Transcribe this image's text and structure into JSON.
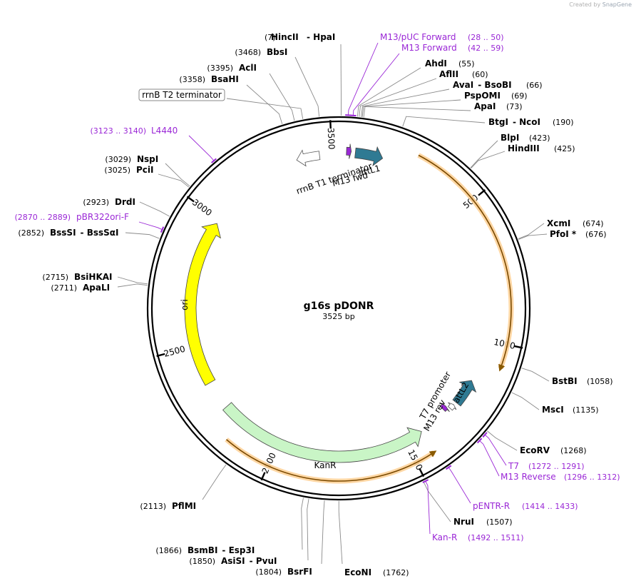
{
  "credit": {
    "created_by": "Created by",
    "brand": "SnapGene"
  },
  "plasmid": {
    "name": "g16s pDONR",
    "length_label": "3525 bp",
    "length": 3525
  },
  "ticks": [
    {
      "label": "500",
      "pos": 500
    },
    {
      "label": "1000",
      "pos": 1000
    },
    {
      "label": "1500",
      "pos": 1500
    },
    {
      "label": "2000",
      "pos": 2000
    },
    {
      "label": "2500",
      "pos": 2500
    },
    {
      "label": "3000",
      "pos": 3000
    },
    {
      "label": "3500",
      "pos": 3500
    }
  ],
  "features": [
    {
      "name": "attL1",
      "start": 60,
      "end": 160,
      "color": "#2f7a93",
      "dir": 1
    },
    {
      "name": "attL2",
      "start": 1160,
      "end": 1260,
      "color": "#2f7a93",
      "dir": -1
    },
    {
      "name": "KanR",
      "start": 1430,
      "end": 2240,
      "color": "#c9f5c6",
      "dir": -1
    },
    {
      "name": "ori",
      "start": 2350,
      "end": 2985,
      "color": "#ffff00",
      "dir": 1
    },
    {
      "name": "rrnB T1 terminator",
      "start": 3370,
      "end": 3455,
      "color": "#ffffff",
      "dir": -1
    },
    {
      "name": "M13 fwd",
      "start": 28,
      "end": 45,
      "color": "#9a27d6",
      "dir": 1
    },
    {
      "name": "M13 rev",
      "start": 1296,
      "end": 1312,
      "color": "#9a27d6",
      "dir": -1
    },
    {
      "name": "T7 promoter",
      "start": 1272,
      "end": 1291,
      "color": "#ffffff",
      "dir": -1
    }
  ],
  "orange_arcs": [
    {
      "start": 270,
      "end": 1080,
      "dir": 1
    },
    {
      "start": 1435,
      "end": 2160,
      "dir": -1
    }
  ],
  "enzymes": [
    {
      "name": "HincII",
      "name2": "HpaI",
      "pos": "(7)",
      "p": 7
    },
    {
      "name": "BbsI",
      "name2": "",
      "pos": "(3468)",
      "p": 3468
    },
    {
      "name": "AclI",
      "name2": "",
      "pos": "(3395)",
      "p": 3395
    },
    {
      "name": "BsaHI",
      "name2": "",
      "pos": "(3358)",
      "p": 3358
    },
    {
      "name": "AhdI",
      "name2": "",
      "pos": "(55)",
      "p": 55
    },
    {
      "name": "AflII",
      "name2": "",
      "pos": "(60)",
      "p": 60
    },
    {
      "name": "AvaI",
      "name2": "BsoBI",
      "pos": "(66)",
      "p": 66
    },
    {
      "name": "PspOMI",
      "name2": "",
      "pos": "(69)",
      "p": 69
    },
    {
      "name": "ApaI",
      "name2": "",
      "pos": "(73)",
      "p": 73
    },
    {
      "name": "BtgI",
      "name2": "NcoI",
      "pos": "(190)",
      "p": 190
    },
    {
      "name": "BlpI",
      "name2": "",
      "pos": "(423)",
      "p": 423
    },
    {
      "name": "HindIII",
      "name2": "",
      "pos": "(425)",
      "p": 425
    },
    {
      "name": "XcmI",
      "name2": "",
      "pos": "(674)",
      "p": 674
    },
    {
      "name": "PfoI *",
      "name2": "",
      "pos": "(676)",
      "p": 676
    },
    {
      "name": "BstBI",
      "name2": "",
      "pos": "(1058)",
      "p": 1058
    },
    {
      "name": "MscI",
      "name2": "",
      "pos": "(1135)",
      "p": 1135
    },
    {
      "name": "EcoRV",
      "name2": "",
      "pos": "(1268)",
      "p": 1268
    },
    {
      "name": "NruI",
      "name2": "",
      "pos": "(1507)",
      "p": 1507
    },
    {
      "name": "EcoNI",
      "name2": "",
      "pos": "(1762)",
      "p": 1762
    },
    {
      "name": "BsrFI",
      "name2": "",
      "pos": "(1804)",
      "p": 1804
    },
    {
      "name": "AsiSI",
      "name2": "PvuI",
      "pos": "(1850)",
      "p": 1850
    },
    {
      "name": "BsmBI",
      "name2": "Esp3I",
      "pos": "(1866)",
      "p": 1866
    },
    {
      "name": "PflMI",
      "name2": "",
      "pos": "(2113)",
      "p": 2113
    },
    {
      "name": "BsiHKAI",
      "name2": "",
      "pos": "(2715)",
      "p": 2715
    },
    {
      "name": "ApaLI",
      "name2": "",
      "pos": "(2711)",
      "p": 2711
    },
    {
      "name": "BssSI",
      "name2": "BssSαI",
      "pos": "(2852)",
      "p": 2852
    },
    {
      "name": "DrdI",
      "name2": "",
      "pos": "(2923)",
      "p": 2923
    },
    {
      "name": "NspI",
      "name2": "",
      "pos": "(3029)",
      "p": 3029
    },
    {
      "name": "PciI",
      "name2": "",
      "pos": "(3025)",
      "p": 3025
    }
  ],
  "primers": [
    {
      "name": "M13/pUC Forward",
      "range": "(28 .. 50)",
      "p": 28
    },
    {
      "name": "M13 Forward",
      "range": "(42 .. 59)",
      "p": 42
    },
    {
      "name": "L4440",
      "range": "(3123 .. 3140)",
      "p": 3131
    },
    {
      "name": "pBR322ori-F",
      "range": "(2870 .. 2889)",
      "p": 2879
    },
    {
      "name": "T7",
      "range": "(1272 .. 1291)",
      "p": 1281
    },
    {
      "name": "M13 Reverse",
      "range": "(1296 .. 1312)",
      "p": 1304
    },
    {
      "name": "pENTR-R",
      "range": "(1414 .. 1433)",
      "p": 1423
    },
    {
      "name": "Kan-R",
      "range": "(1492 .. 1511)",
      "p": 1501
    }
  ],
  "boxed_feature": {
    "name": "rrnB T2 terminator"
  }
}
